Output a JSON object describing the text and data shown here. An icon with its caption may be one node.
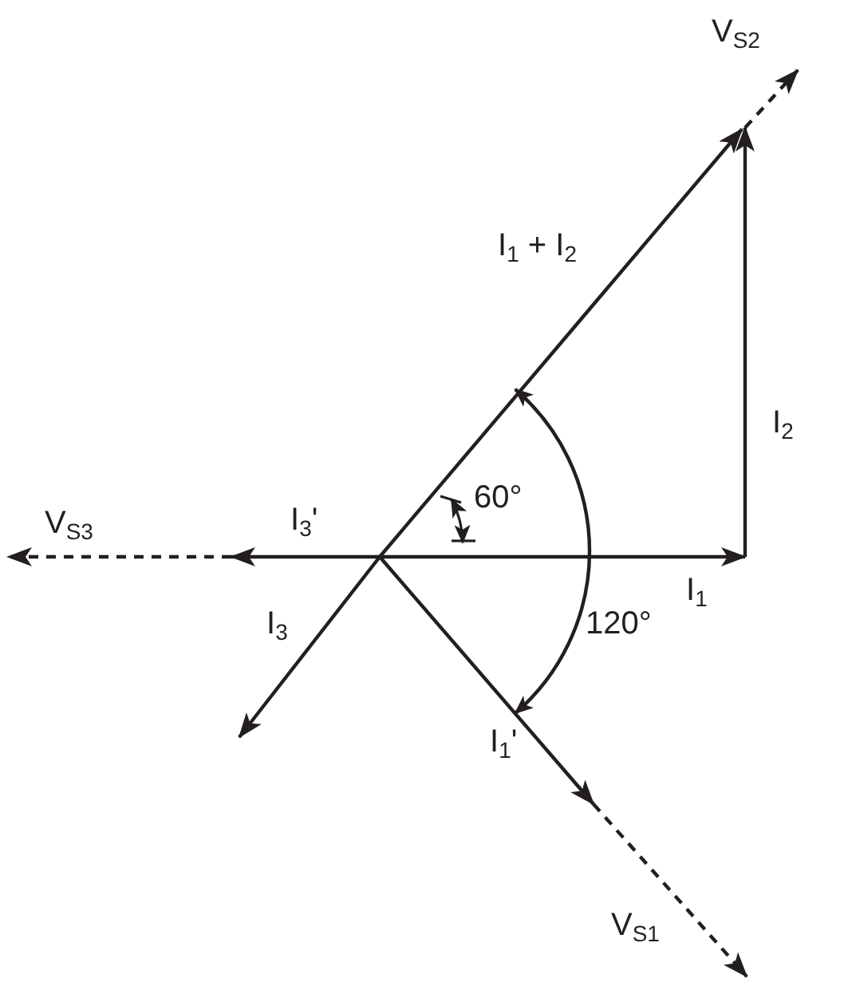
{
  "diagram": {
    "labels": [
      "V$_{S2}$",
      "I$_{1}$ + I$_{2}$",
      "I$_{2}$",
      "V$_{S3}$",
      "I$_{3}$'",
      "60°",
      "I$_{1}$",
      "I$_{3}$",
      "120°",
      "I$_{1}$'",
      "V$_{S1}$"
    ]
  }
}
